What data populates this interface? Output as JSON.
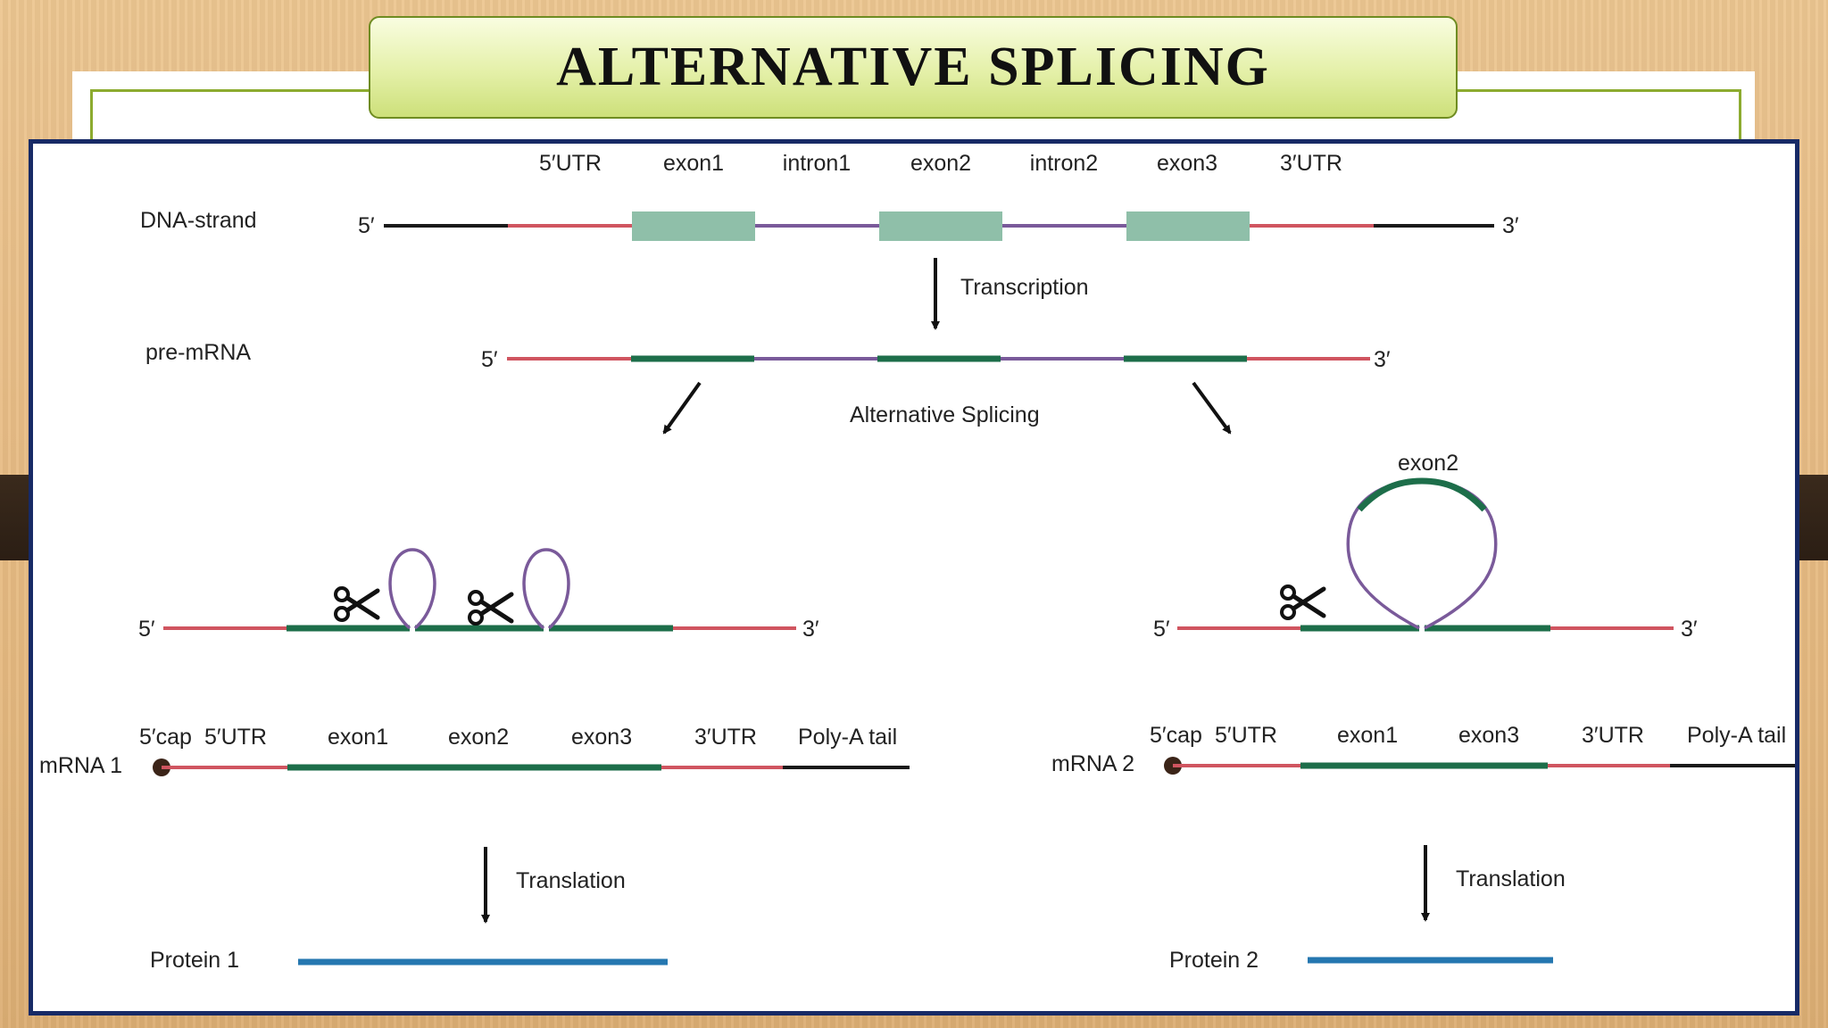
{
  "title": "ALTERNATIVE SPLICING",
  "colors": {
    "utr": "#d05560",
    "exon_box": "#8fbfa9",
    "exon_line": "#1d6e4a",
    "intron": "#7a5a9a",
    "flank": "#1a1a1a",
    "protein": "#2577b0",
    "border": "#172a66",
    "title_green": "#cde07a"
  },
  "dna": {
    "label": "DNA-strand",
    "end5": "5′",
    "end3": "3′",
    "segments": [
      "5′UTR",
      "exon1",
      "intron1",
      "exon2",
      "intron2",
      "exon3",
      "3′UTR"
    ]
  },
  "transcription": "Transcription",
  "premrna": {
    "label": "pre-mRNA",
    "end5": "5′",
    "end3": "3′"
  },
  "alt_splicing": "Alternative Splicing",
  "left": {
    "end5": "5′",
    "end3": "3′",
    "mrna": {
      "label": "mRNA 1",
      "labels": [
        "5′cap",
        "5′UTR",
        "exon1",
        "exon2",
        "exon3",
        "3′UTR",
        "Poly-A tail"
      ]
    },
    "translation": "Translation",
    "protein": "Protein 1"
  },
  "right": {
    "loop_label": "exon2",
    "end5": "5′",
    "end3": "3′",
    "mrna": {
      "label": "mRNA 2",
      "labels": [
        "5′cap",
        "5′UTR",
        "exon1",
        "exon3",
        "3′UTR",
        "Poly-A tail"
      ]
    },
    "translation": "Translation",
    "protein": "Protein 2"
  },
  "icons": [
    "scissors-icon",
    "arrow-down-icon",
    "cap-dot-icon"
  ]
}
